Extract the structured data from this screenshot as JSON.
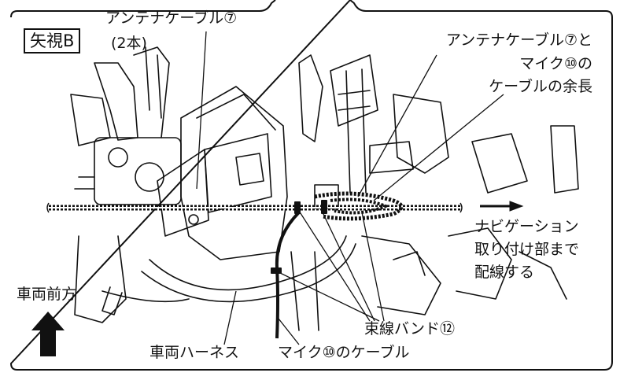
{
  "view_label": "矢視B",
  "labels": {
    "antenna_cable": "アンテナケーブル⑦",
    "antenna_count": "(2本)",
    "surplus_line1": "アンテナケーブル⑦と",
    "surplus_line2": "マイク⑩の",
    "surplus_line3": "ケーブルの余長",
    "navi_line1": "ナビゲーション",
    "navi_line2": "取り付け部まで",
    "navi_line3": "配線する",
    "vehicle_front": "車両前方",
    "binding_band": "束線バンド⑫",
    "vehicle_harness": "車両ハーネス",
    "mic_cable": "マイク⑩のケーブル"
  }
}
